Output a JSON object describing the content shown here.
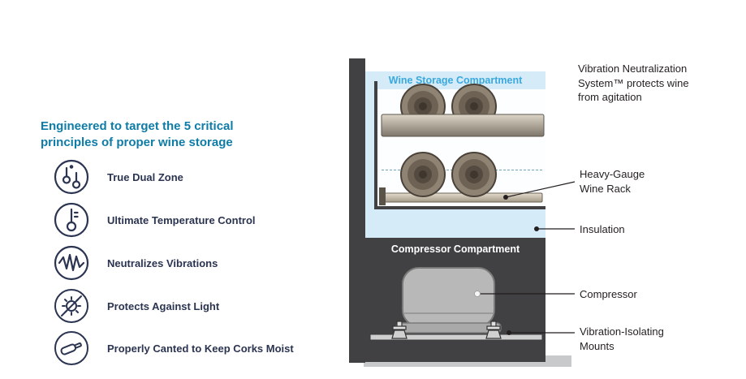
{
  "heading": {
    "text": "Engineered to target the 5 critical\nprinciples of proper wine storage"
  },
  "features": [
    {
      "icon": "dual-zone-icon",
      "label": "True Dual Zone"
    },
    {
      "icon": "thermometer-icon",
      "label": "Ultimate Temperature Control"
    },
    {
      "icon": "vibration-icon",
      "label": "Neutralizes Vibrations"
    },
    {
      "icon": "no-light-icon",
      "label": "Protects Against Light"
    },
    {
      "icon": "tilted-bottle-icon",
      "label": "Properly Canted to Keep Corks Moist"
    }
  ],
  "diagram": {
    "wine_compartment_label": "Wine Storage Compartment",
    "compressor_compartment_label": "Compressor Compartment"
  },
  "callouts": {
    "vibration_system": "Vibration Neutralization\nSystem™ protects wine\nfrom agitation",
    "wine_rack": "Heavy-Gauge\nWine Rack",
    "insulation": "Insulation",
    "compressor": "Compressor",
    "mounts": "Vibration-Isolating\nMounts"
  },
  "colors": {
    "accent_teal": "#0e7ca6",
    "feature_text": "#2b3450",
    "compartment_blue": "#d5ebf7",
    "compartment_label_blue": "#3aa9dd",
    "frame_dark": "#414042",
    "callout_text": "#231f20",
    "floor_gray": "#c8c9ca"
  }
}
